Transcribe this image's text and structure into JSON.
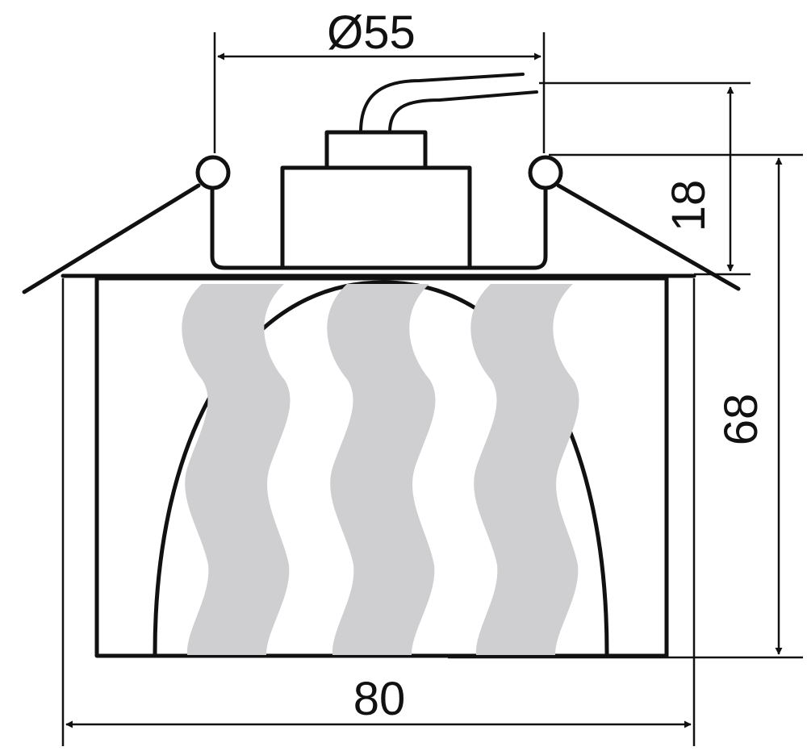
{
  "dimensions": {
    "diameter_label": "Ø55",
    "height_small_label": "18",
    "height_total_label": "68",
    "width_label": "80"
  },
  "colors": {
    "line": "#111111",
    "wave": "#cfcfd1",
    "background": "#ffffff"
  }
}
